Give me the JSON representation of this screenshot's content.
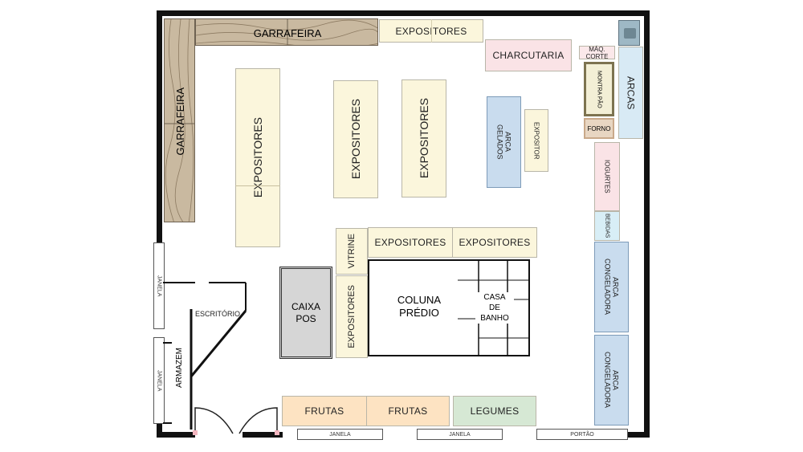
{
  "labels": {
    "garrafeira_top": "GARRAFEIRA",
    "garrafeira_side": "GARRAFEIRA",
    "expositores_top": "EXPOSITORES",
    "charcutaria": "CHARCUTARIA",
    "maq_corte": "MÁQ. CORTE",
    "montra_pao": "MONTRA PÃO",
    "forno": "FORNO",
    "arcas": "ARCAS",
    "expositores_a": "EXPOSITORES",
    "expositores_b": "EXPOSITORES",
    "expositores_c": "EXPOSITORES",
    "arca_gelados": "ARCA GELADOS",
    "expositor": "EXPOSITOR",
    "iogurtes": "IOGURTES",
    "bebidas": "BEBIDAS",
    "vitrine": "VITRINE",
    "expositores_d": "EXPOSITORES",
    "expositores_e": "EXPOSITORES",
    "expositores_f": "EXPOSITORES",
    "coluna_predio": "COLUNA\nPRÉDIO",
    "casa_de_banho": "CASA\nDE\nBANHO",
    "caixa_pos": "CAIXA\nPOS",
    "escritorio": "ESCRITÓRIO",
    "armazem": "ARMAZEM",
    "janela_left_1": "JANELA",
    "janela_left_2": "JANELA",
    "arca_congeladora_1": "ARCA\nCONGELADORA",
    "arca_congeladora_2": "ARCA\nCONGELADORA",
    "frutas_1": "FRUTAS",
    "frutas_2": "FRUTAS",
    "legumes": "LEGUMES",
    "janela_bottom_1": "JANELA",
    "janela_bottom_2": "JANELA",
    "portao": "PORTÃO"
  },
  "colors": {
    "cream": "#fbf6dc",
    "pink": "#fae3e6",
    "blue": "#c9dcee",
    "lightblue": "#d8eaf5",
    "orange": "#fde3c2",
    "green": "#d6e8d4",
    "grey": "#d6d6d6",
    "wood": "#c9b9a0",
    "wall": "#111111"
  }
}
